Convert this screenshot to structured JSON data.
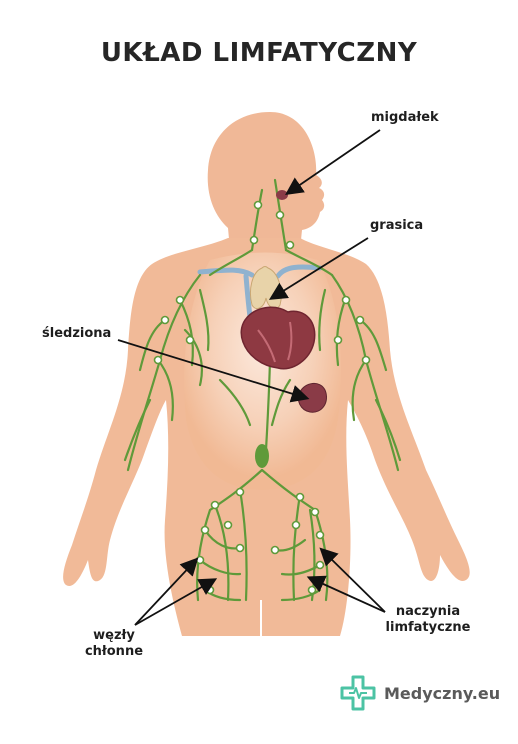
{
  "title": "UKŁAD LIMFATYCZNY",
  "labels": {
    "tonsil": "migdałek",
    "thymus": "grasica",
    "spleen": "śledziona",
    "nodes_line1": "węzły",
    "nodes_line2": "chłonne",
    "vessels_line1": "naczynia",
    "vessels_line2": "limfatyczne"
  },
  "brand": {
    "name": "Medyczny.eu",
    "color": "#4cc3a4"
  },
  "colors": {
    "skin": "#f3c09f",
    "skin_light": "#fbe3d3",
    "lymph": "#5f9a3a",
    "heart": "#8e3942",
    "spleen": "#8a3b47",
    "thymus": "#e8d3a9",
    "vessel_blue": "#8fb2cf"
  }
}
